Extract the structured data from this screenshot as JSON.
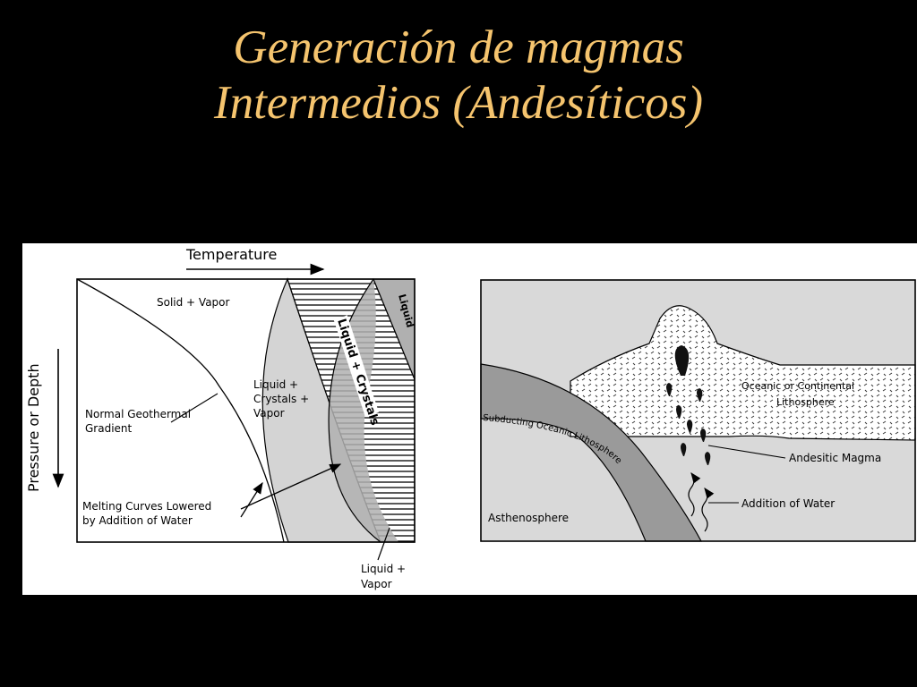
{
  "slide": {
    "title_line1": "Generación de magmas",
    "title_line2": "Intermedios (Andesíticos)"
  },
  "colors": {
    "background": "#000000",
    "title": "#F5C46E",
    "panel": "#FFFFFF",
    "region_light": "#D4D4D4",
    "region_mid": "#B0B0B0",
    "slab": "#9A9A9A"
  },
  "phase_diagram": {
    "temperature_label": "Temperature",
    "depth_label": "Pressure or Depth",
    "solid_vapor": "Solid + Vapor",
    "liquid": "Liquid",
    "liquid_crystals": "Liquid + Crystals",
    "lcv_line1": "Liquid +",
    "lcv_line2": "Crystals +",
    "lcv_line3": "Vapor",
    "geotherm_line1": "Normal Geothermal",
    "geotherm_line2": "Gradient",
    "melting_line1": "Melting Curves Lowered",
    "melting_line2": "by Addition of Water",
    "lv_line1": "Liquid +",
    "lv_line2": "Vapor"
  },
  "cross_section": {
    "litho_line1": "Oceanic or Continental",
    "litho_line2": "Lithosphere",
    "slab_label": "Subducting Oceanic Lithosphere",
    "asthenosphere": "Asthenosphere",
    "andesitic_magma": "Andesitic Magma",
    "water": "Addition of Water"
  }
}
